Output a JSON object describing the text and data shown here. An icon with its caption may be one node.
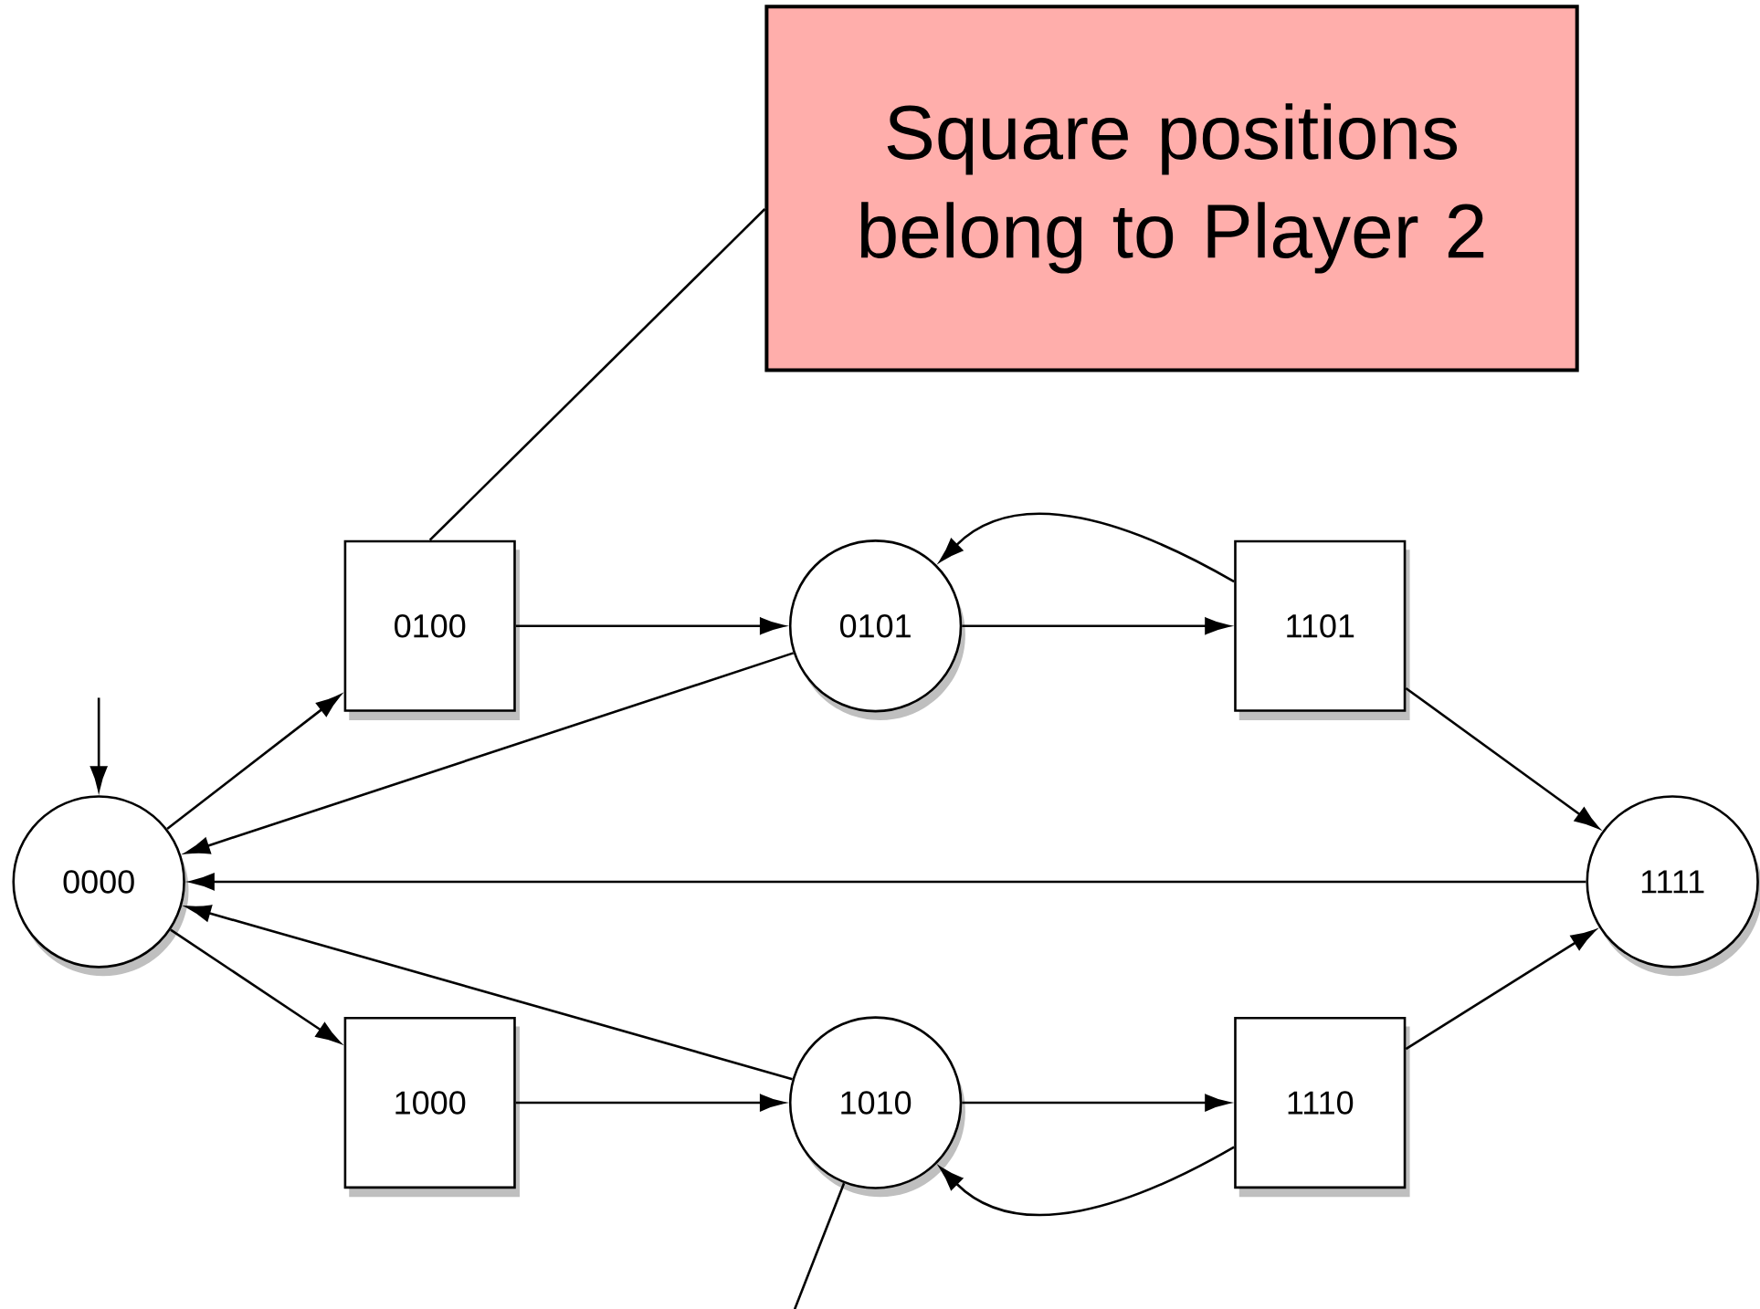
{
  "diagram": {
    "nodes": [
      {
        "text": [
          "Square positions belong to Player 2"
        ]
      },
      {
        "text": [
          "0100"
        ]
      },
      {
        "text": [
          "0101"
        ]
      },
      {
        "text": [
          "1101"
        ]
      },
      {
        "text": [
          "0000"
        ]
      },
      {
        "text": [
          "1111"
        ]
      },
      {
        "text": [
          "1000"
        ]
      },
      {
        "text": [
          "1010"
        ]
      },
      {
        "text": [
          "1110"
        ]
      }
    ],
    "edges": [
      {
        "from": null,
        "to": 4,
        "arrow": "to"
      },
      {
        "from": 4,
        "to": 1,
        "arrow": "to"
      },
      {
        "from": 1,
        "to": 2,
        "arrow": "to"
      },
      {
        "from": 2,
        "to": 3,
        "arrow": "to"
      },
      {
        "from": 3,
        "to": 2,
        "arrow": "to"
      },
      {
        "from": 2,
        "to": 4,
        "arrow": "to"
      },
      {
        "from": 3,
        "to": 5,
        "arrow": "to"
      },
      {
        "from": 5,
        "to": 4,
        "arrow": "to"
      },
      {
        "from": 4,
        "to": 6,
        "arrow": "to"
      },
      {
        "from": 6,
        "to": 7,
        "arrow": "to"
      },
      {
        "from": 7,
        "to": 4,
        "arrow": "to"
      },
      {
        "from": 7,
        "to": 8,
        "arrow": "to"
      },
      {
        "from": 8,
        "to": 7,
        "arrow": "to"
      },
      {
        "from": 8,
        "to": 5,
        "arrow": "to"
      },
      {
        "from": 0,
        "to": 1,
        "arrow": "none"
      },
      {
        "from": 7,
        "to": null,
        "arrow": "none"
      }
    ]
  }
}
